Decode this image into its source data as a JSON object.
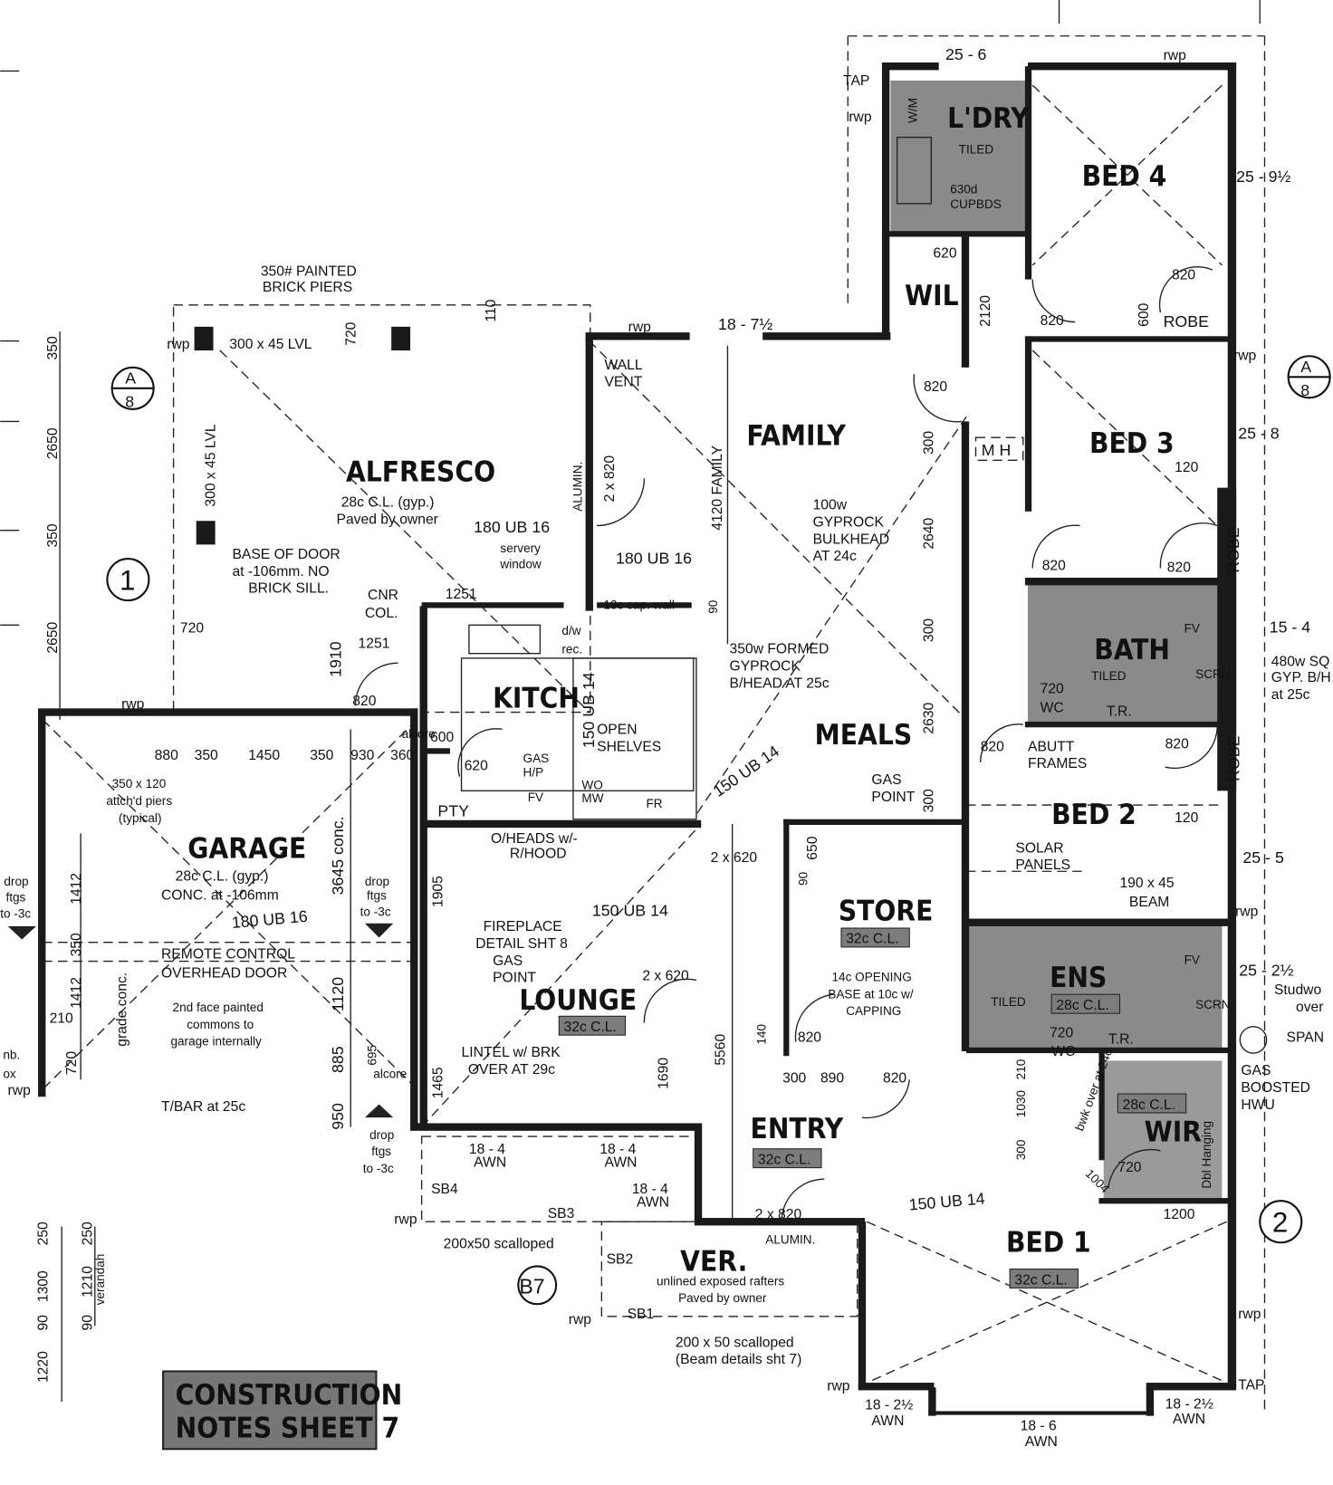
{
  "rooms": {
    "alfresco": {
      "name": "ALFRESCO",
      "ceiling": "28c C.L. (gyp.)",
      "note": "Paved by owner"
    },
    "family": {
      "name": "FAMILY"
    },
    "kitch": {
      "name": "KITCH"
    },
    "meals": {
      "name": "MEALS"
    },
    "garage": {
      "name": "GARAGE",
      "ceiling": "28c C.L. (gyp.)",
      "note": "CONC. at -106mm"
    },
    "lounge": {
      "name": "LOUNGE",
      "ceiling": "32c C.L."
    },
    "store": {
      "name": "STORE",
      "ceiling": "32c C.L."
    },
    "entry": {
      "name": "ENTRY",
      "ceiling": "32c C.L."
    },
    "ver": {
      "name": "VER.",
      "note1": "unlined exposed rafters",
      "note2": "Paved by owner"
    },
    "bed1": {
      "name": "BED 1",
      "ceiling": "32c C.L."
    },
    "bed2": {
      "name": "BED 2"
    },
    "bed3": {
      "name": "BED 3"
    },
    "bed4": {
      "name": "BED 4"
    },
    "ldry": {
      "name": "L'DRY",
      "tiled": "TILED",
      "cupbds1": "630d",
      "cupbds2": "CUPBDS",
      "wm": "W/M"
    },
    "wil": {
      "name": "WIL"
    },
    "bath": {
      "name": "BATH",
      "tiled": "TILED",
      "wc": "WC",
      "tr": "T.R.",
      "fv": "FV",
      "scrn": "SCRN"
    },
    "ens": {
      "name": "ENS",
      "ceiling": "28c C.L.",
      "tiled": "TILED",
      "wc": "WC",
      "tr": "T.R.",
      "fv": "FV",
      "scrn": "SCRN"
    },
    "wir": {
      "name": "WIR",
      "ceiling": "28c C.L.",
      "hanging": "Dbl Hanging"
    },
    "pty": {
      "name": "PTY"
    },
    "robe": "ROBE",
    "mh": "M H"
  },
  "notes": {
    "piers1": "350# PAINTED",
    "piers2": "BRICK PIERS",
    "lvl_h": "300 x 45 LVL",
    "lvl_v": "300 x 45 LVL",
    "door1": "BASE OF DOOR",
    "door2": "at -106mm. NO",
    "door3": "BRICK SILL.",
    "cnr1": "CNR",
    "cnr2": "COL.",
    "ub_alf": "180 UB 16",
    "servery1": "servery",
    "servery2": "window",
    "ub_fam": "180 UB 16",
    "cap_wall": "13c cap. wall",
    "wall_vent1": "WALL",
    "wall_vent2": "VENT",
    "alumin": "ALUMIN.",
    "fam_dim": "4120 FAMILY",
    "bulk1": "100w",
    "bulk2": "GYPROCK",
    "bulk3": "BULKHEAD",
    "bulk4": "AT 24c",
    "formed1": "350w FORMED",
    "formed2": "GYPROCK",
    "formed3": "B/HEAD AT 25c",
    "dw1": "d/w",
    "dw2": "rec.",
    "ub_kitch": "150 UB 14",
    "open1": "OPEN",
    "open2": "SHELVES",
    "gas_hp1": "GAS",
    "gas_hp2": "H/P",
    "wo": "WO",
    "mw": "MW",
    "fr": "FR",
    "fv": "FV",
    "ub_meals": "150 UB 14",
    "gas_pt1": "GAS",
    "gas_pt2": "POINT",
    "abutt1": "ABUTT",
    "abutt2": "FRAMES",
    "solar1": "SOLAR",
    "solar2": "PANELS",
    "beam1": "190 x 45",
    "beam2": "BEAM",
    "sq1": "480w SQ",
    "sq2": "GYP. B/H",
    "sq3": "at 25c",
    "studwork1": "Studwo",
    "studwork2": "over",
    "span": "SPAN",
    "hwu1": "GAS",
    "hwu2": "BOOSTED",
    "hwu3": "HWU",
    "alcore1": "alcore",
    "alcore2": "alcore",
    "piers_g1": "350 x 120",
    "piers_g2": "attch'd piers",
    "piers_g3": "(typical)",
    "ub_garage": "180 UB 16",
    "remote1": "REMOTE CONTROL",
    "remote2": "OVERHEAD DOOR",
    "face1": "2nd face painted",
    "face2": "commons to",
    "face3": "garage internally",
    "grade": "grade conc.",
    "conc": "3645 conc.",
    "tbar": "T/BAR at 25c",
    "drop1": "drop",
    "drop2": "ftgs",
    "drop3": "to -3c",
    "ohead1": "O/HEADS w/-",
    "ohead2": "R/HOOD",
    "ub_lounge": "150 UB 14",
    "fire1": "FIREPLACE",
    "fire2": "DETAIL SHT 8",
    "fire3": "GAS",
    "fire4": "POINT",
    "lintel1": "LINTEL w/ BRK",
    "lintel2": "OVER AT 29c",
    "opening1": "14c OPENING",
    "opening2": "BASE at 10c w/",
    "opening3": "CAPPING",
    "ub_bed1": "150 UB 14",
    "bwk": "bwk over at 24c",
    "scallop1": "200x50 scalloped",
    "scallop2": "200 x 50 scalloped",
    "beam_details": "(Beam details sht 7)",
    "sb1": "SB1",
    "sb2": "SB2",
    "sb3": "SB3",
    "sb4": "SB4",
    "verandah": "verandah",
    "rwp": "rwp",
    "tap": "TAP",
    "awn": "AWN",
    "meter1": "nb.",
    "meter2": "ox",
    "construction1": "CONSTRUCTION",
    "construction2": "NOTES SHEET 7"
  },
  "section_markers": {
    "a8_top": "A",
    "a8_bot": "8",
    "one": "1",
    "two": "2",
    "b7": "B7"
  },
  "dims": {
    "top": "25 - 6",
    "bed4_right": "25 - 9½",
    "bed3_right": "25 - 8",
    "bath_right": "15 - 4",
    "bed2_right": "25 - 5",
    "ens_right": "25 - 2½",
    "family_top": "18 - 7½",
    "awn_l1": "18 - 4",
    "awn_l2": "18 - 4",
    "awn_l3": "18 - 4",
    "awn_b1": "18 - 2½",
    "awn_b2": "18 - 2½",
    "awn_b3": "18 - 6",
    "d350a": "350",
    "d2650a": "2650",
    "d350b": "350",
    "d2650b": "2650",
    "d720a": "720",
    "d110": "110",
    "d720b": "720",
    "d1910": "1910",
    "d1251a": "1251",
    "d1251b": "1251",
    "d820_alf": "820",
    "d2x820": "2 x 820",
    "d600": "600",
    "d620k": "620",
    "g880": "880",
    "g350a": "350",
    "g1450": "1450",
    "g350b": "350",
    "g930": "930",
    "g360": "360",
    "g1412a": "1412",
    "g350c": "350",
    "g1412b": "1412",
    "g210": "210",
    "g720": "720",
    "g1120": "1120",
    "g885": "885",
    "g950": "950",
    "g1905": "1905",
    "g1465": "1465",
    "g695": "695",
    "l1690": "1690",
    "l2x620": "2 x 620",
    "e2x620": "2 x 620",
    "e650": "650",
    "e90": "90",
    "e5560": "5560",
    "e140": "140",
    "e820": "820",
    "e300": "300",
    "e890": "890",
    "e820b": "820",
    "e2x820": "2 x 820",
    "f300a": "300",
    "f2640": "2640",
    "f300b": "300",
    "f2630": "2630",
    "f300c": "300",
    "f90": "90",
    "w620": "620",
    "w2120": "2120",
    "w820a": "820",
    "w820b": "820",
    "w600": "600",
    "w820c": "820",
    "w820d": "820",
    "b120a": "120",
    "b820a": "820",
    "b820b": "820",
    "b720": "720",
    "b820c": "820",
    "b820d": "820",
    "b120b": "120",
    "en720": "720",
    "wir720": "720",
    "w1200": "1200",
    "w1004": "1004",
    "w300": "300",
    "w1030": "1030",
    "w210": "210",
    "v250a": "250",
    "v250b": "250",
    "v1300": "1300",
    "v1210": "1210",
    "v90a": "90",
    "v90b": "90",
    "v1220": "1220"
  },
  "colors": {
    "wall": "#1a1a1a",
    "wet_area": "#8a8a8a",
    "tag": "#7c7c7c"
  }
}
